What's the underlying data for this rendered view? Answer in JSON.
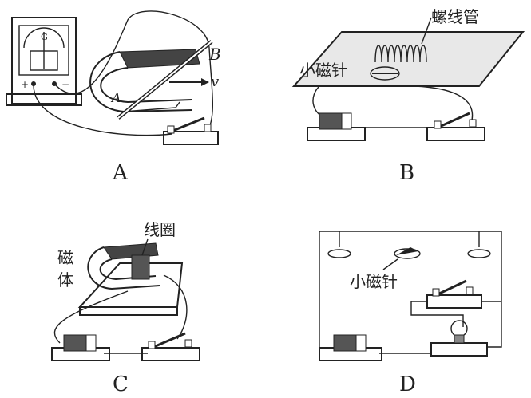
{
  "panels": {
    "A": {
      "caption": "A",
      "rod_label": "B",
      "rod_end_label": "A",
      "velocity_label": "v",
      "meter_label": "G",
      "meter_terminals": [
        "+",
        "−"
      ]
    },
    "B": {
      "caption": "B",
      "solenoid_label": "螺线管",
      "needle_label": "小磁针"
    },
    "C": {
      "caption": "C",
      "coil_label": "线圈",
      "magnet_label_1": "磁",
      "magnet_label_2": "体"
    },
    "D": {
      "caption": "D",
      "needle_label": "小磁针"
    }
  }
}
